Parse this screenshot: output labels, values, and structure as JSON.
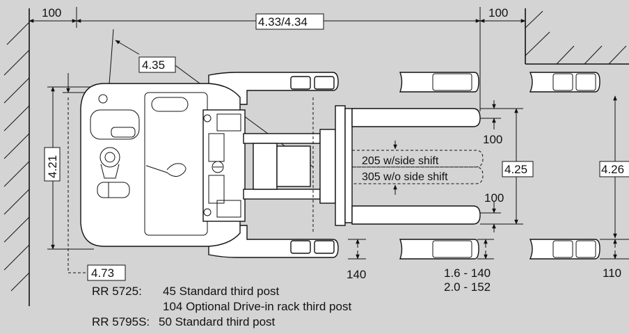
{
  "dimensions": {
    "left_clearance": "100",
    "right_clearance": "100",
    "overall_length": "4.33/4.34",
    "turning_radius": "4.35",
    "truck_width": "4.21",
    "between_loads_right": "4.25",
    "right_aisle": "4.26",
    "min_aisle": "4.73",
    "fork_gap_top": "100",
    "fork_gap_bottom": "100",
    "side_shift_with": "205 w/side shift",
    "side_shift_without": "305 w/o side shift",
    "pallet_gap": "140",
    "pallet_gap_a": "1.6 - 140",
    "pallet_gap_b": "2.0 - 152",
    "right_gap": "110"
  },
  "notes": [
    {
      "model": "RR 5725:",
      "text": "45 Standard third post"
    },
    {
      "model": "",
      "text": "104 Optional Drive-in rack third post"
    },
    {
      "model": "RR 5795S:",
      "text": "50 Standard third post"
    }
  ],
  "colors": {
    "background": "#d4d4d4",
    "line": "#111111",
    "fill": "#ffffff"
  }
}
